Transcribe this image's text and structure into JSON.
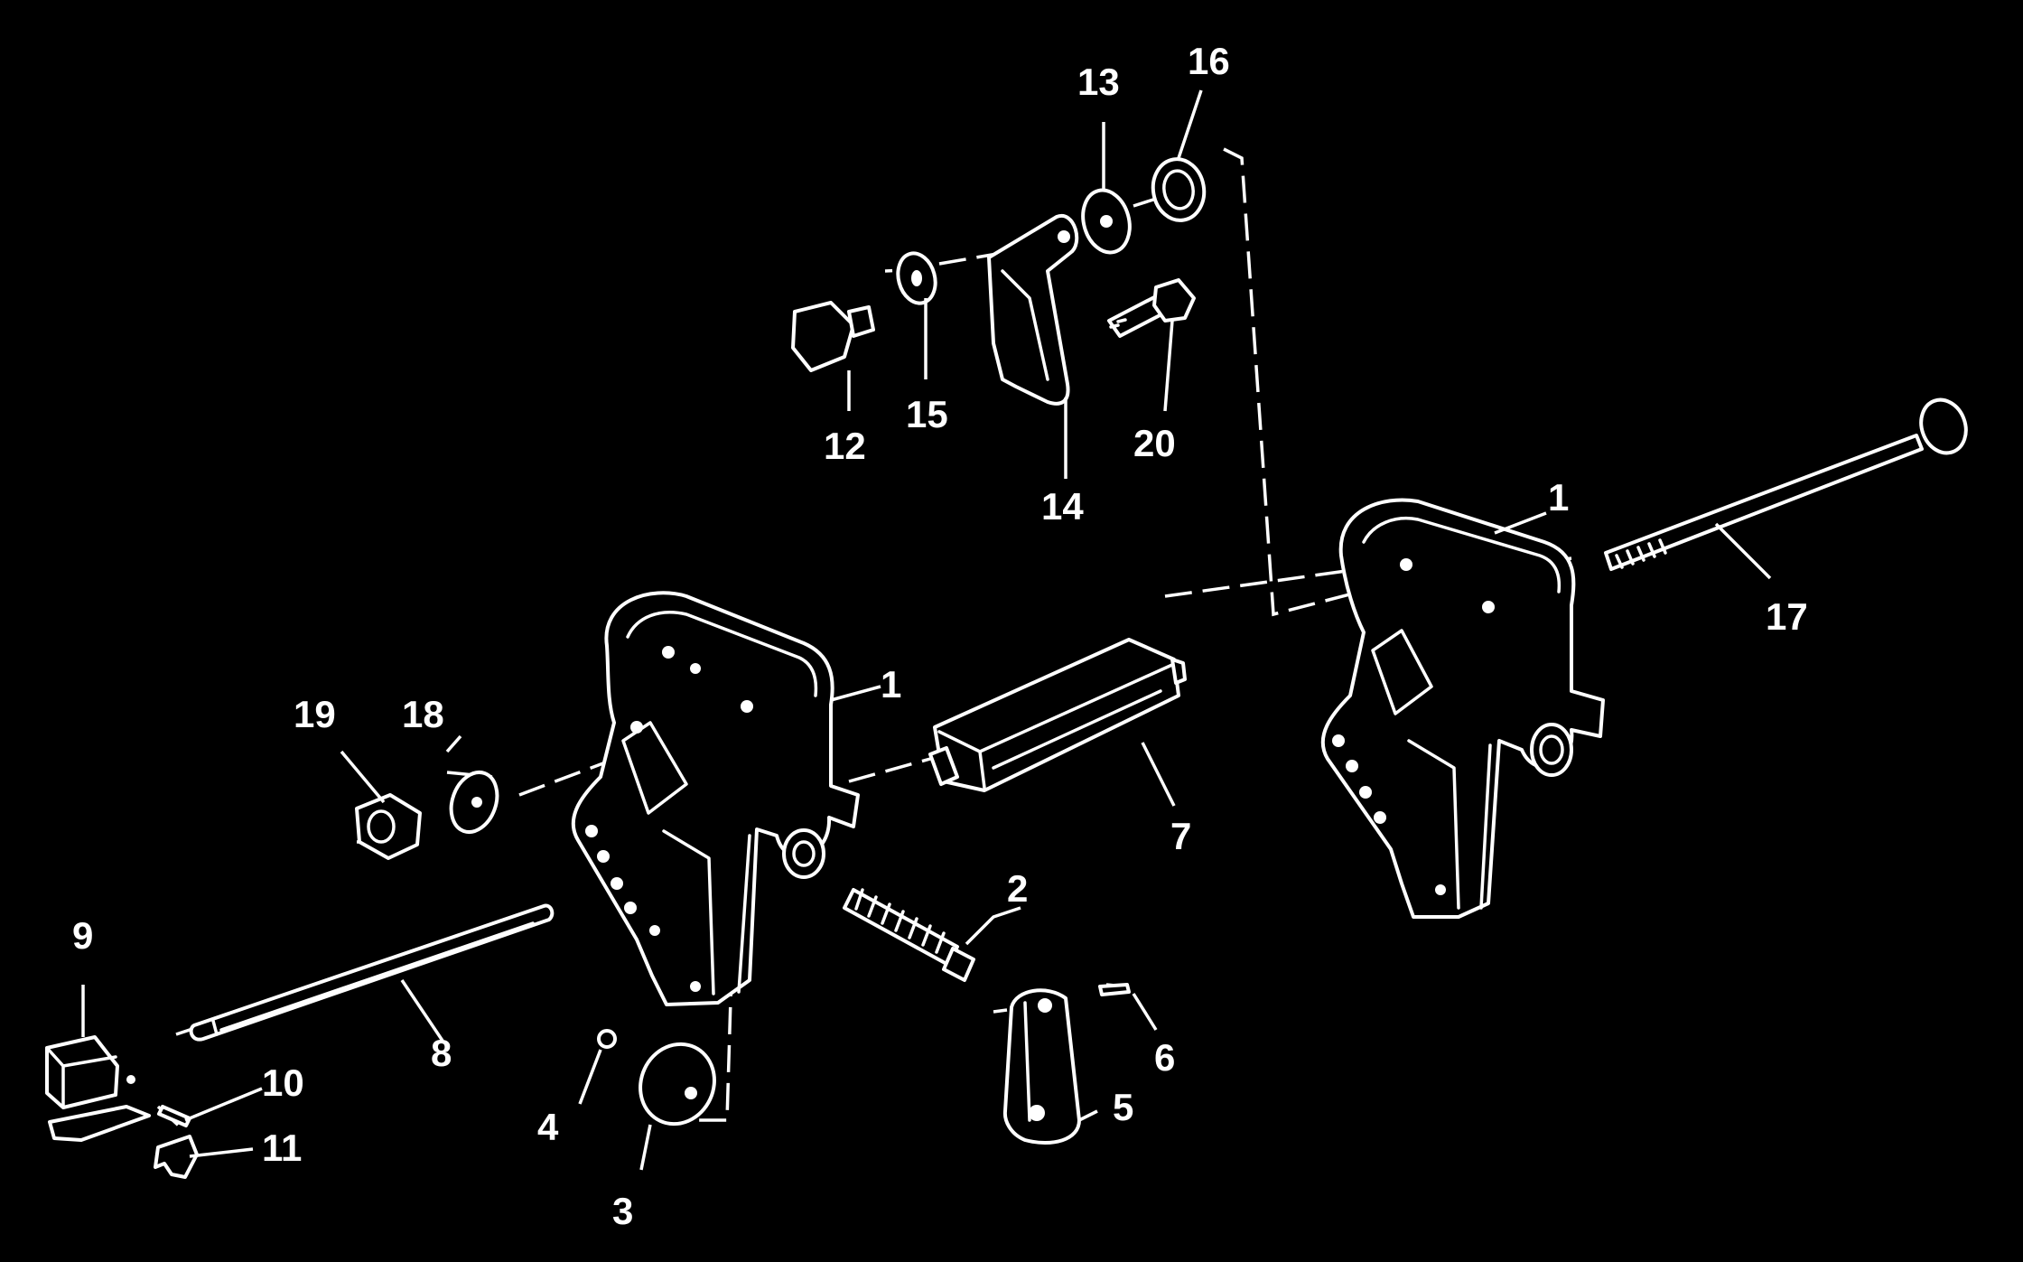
{
  "diagram": {
    "background": "#000000",
    "ink": "#ffffff",
    "callouts": {
      "c1_right_bracket": "1",
      "c1_left_bracket": "1",
      "c2": "2",
      "c3": "3",
      "c4": "4",
      "c5": "5",
      "c6": "6",
      "c7": "7",
      "c8": "8",
      "c9": "9",
      "c10": "10",
      "c11": "11",
      "c12": "12",
      "c13": "13",
      "c14": "14",
      "c15": "15",
      "c16": "16",
      "c17": "17",
      "c18": "18",
      "c19": "19",
      "c20": "20"
    }
  }
}
